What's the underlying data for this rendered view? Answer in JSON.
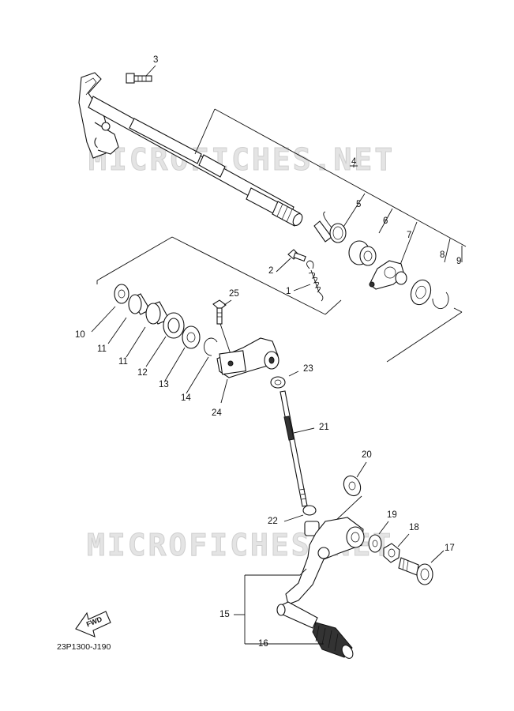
{
  "watermark": "MICROFICHES.NET",
  "drawing_code": "23P1300-J190",
  "fwd_label": "FWD",
  "callouts": [
    "1",
    "2",
    "3",
    "4",
    "5",
    "6",
    "7",
    "8",
    "9",
    "10",
    "11",
    "11",
    "12",
    "13",
    "14",
    "15",
    "16",
    "17",
    "18",
    "19",
    "20",
    "21",
    "22",
    "23",
    "24",
    "25"
  ]
}
